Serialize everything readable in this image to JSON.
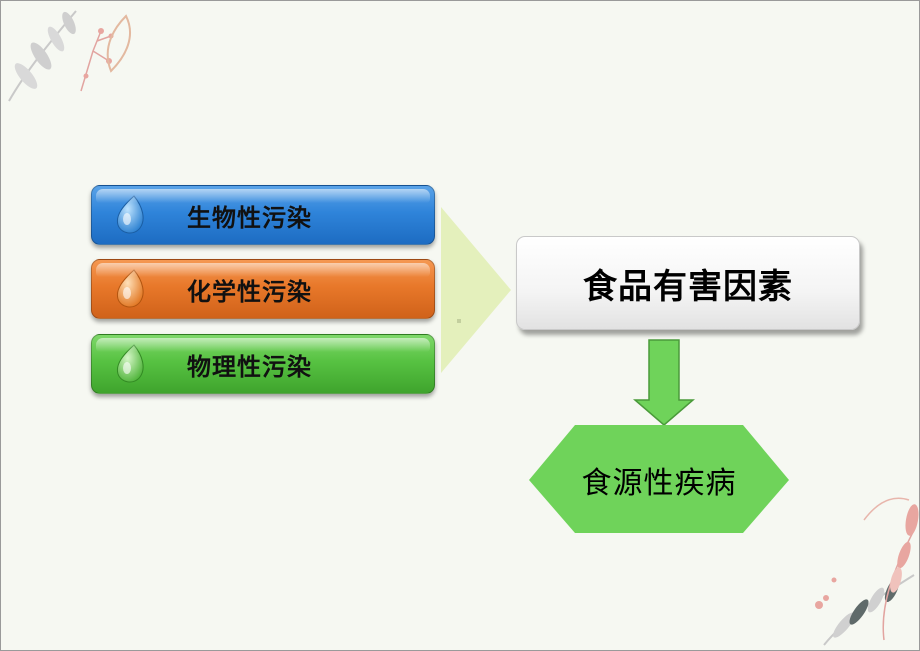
{
  "sources": [
    {
      "label": "生物性污染",
      "color": "#2f84da"
    },
    {
      "label": "化学性污染",
      "color": "#e8782a"
    },
    {
      "label": "物理性污染",
      "color": "#57c242"
    }
  ],
  "hazard": {
    "label": "食品有害因素"
  },
  "outcome": {
    "label": "食源性疾病"
  },
  "colors": {
    "chevron": "#e4f0bc",
    "arrow": "#6fd35a",
    "hexagon": "#6fd35a",
    "background": "#f6f8f2"
  }
}
